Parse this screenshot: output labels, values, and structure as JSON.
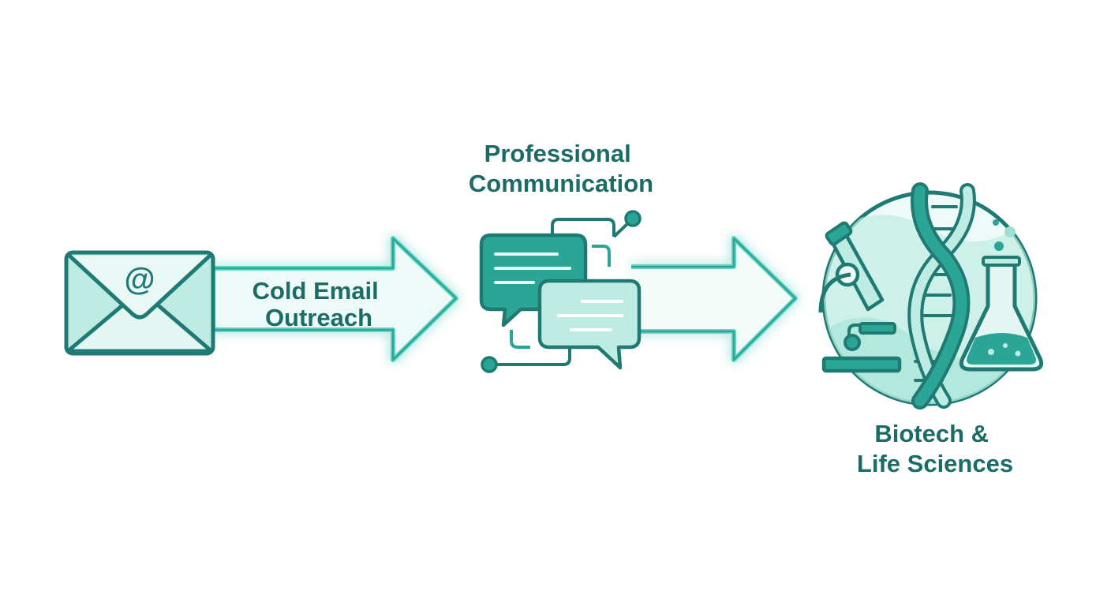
{
  "diagram": {
    "flow_label": {
      "line1": "Cold Email",
      "line2": "Outreach"
    },
    "communication_title": {
      "line1": "Professional",
      "line2": "Communication"
    },
    "destination_title": {
      "line1": "Biotech &",
      "line2": "Life Sciences"
    },
    "email_symbol": "@"
  },
  "colors": {
    "primary": "#1f7a73",
    "accent": "#2ba596",
    "light_fill": "#9fe0d2",
    "pale_fill": "#e3f6f1",
    "glow": "#5fd3c3",
    "label_text": "#1b6b66"
  },
  "icons": [
    "envelope-icon",
    "chat-bubbles-icon",
    "dna-helix-icon",
    "microscope-icon",
    "flask-icon"
  ]
}
